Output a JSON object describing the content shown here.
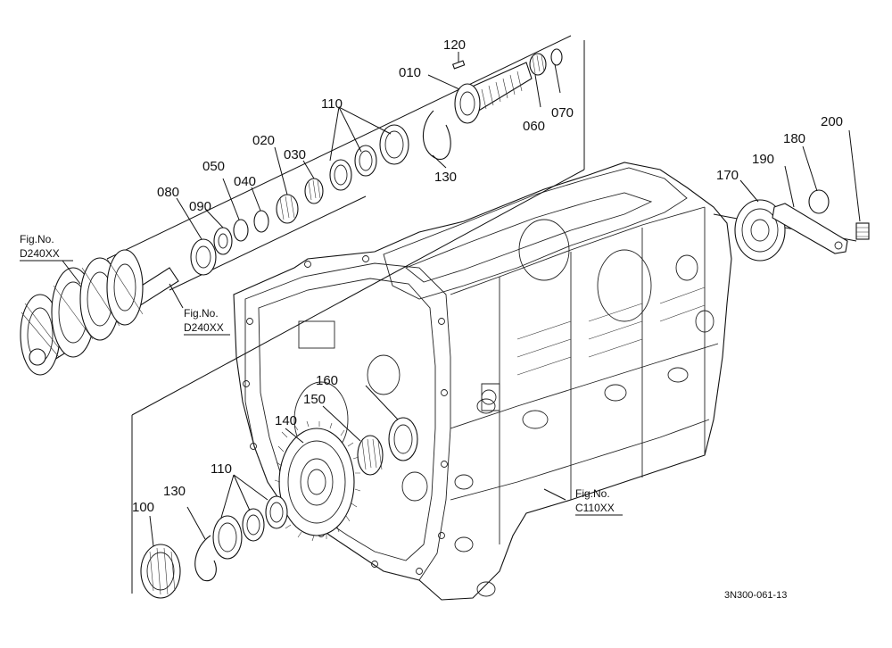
{
  "parts": {
    "p010": "010",
    "p020": "020",
    "p030": "030",
    "p040": "040",
    "p050": "050",
    "p060": "060",
    "p070": "070",
    "p080": "080",
    "p090": "090",
    "p100": "100",
    "p110a": "110",
    "p110b": "110",
    "p120": "120",
    "p130a": "130",
    "p130b": "130",
    "p140": "140",
    "p150": "150",
    "p160": "160",
    "p170": "170",
    "p180": "180",
    "p190": "190",
    "p200": "200"
  },
  "refs": {
    "ref1_title": "Fig.No.",
    "ref1_code": "D240XX",
    "ref2_title": "Fig.No.",
    "ref2_code": "D240XX",
    "ref3_title": "Fig.No.",
    "ref3_code": "C110XX"
  },
  "drawing_code": "3N300-061-13"
}
